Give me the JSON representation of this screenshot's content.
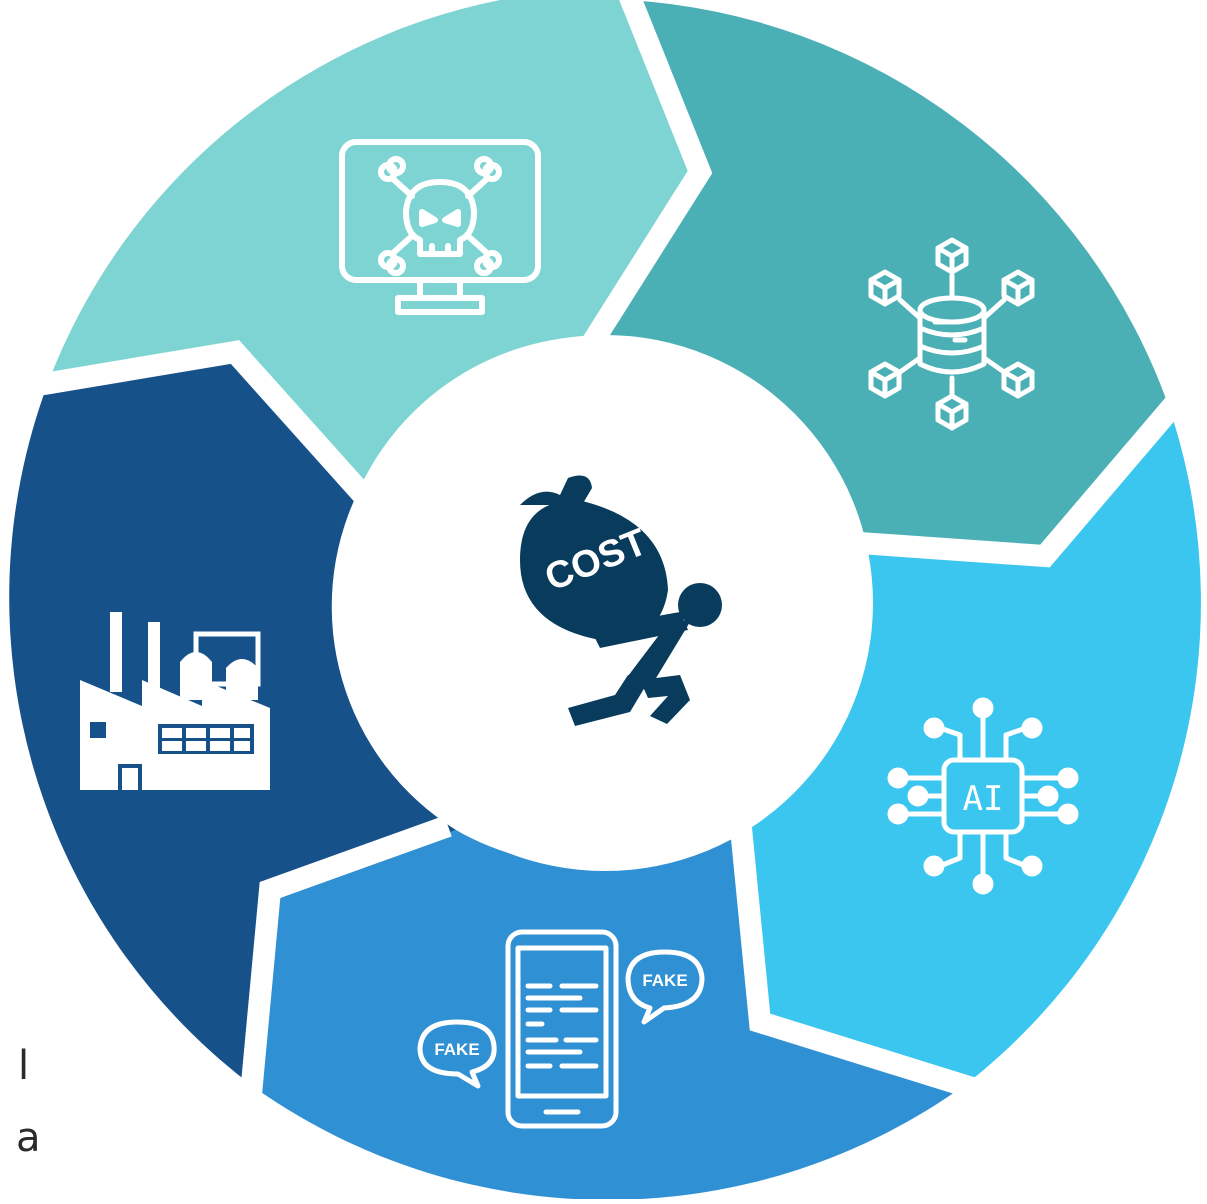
{
  "center": {
    "badge_text": "COST"
  },
  "segments": [
    {
      "id": "malware",
      "icon": "skull-monitor-icon",
      "color": "#7dd4d2"
    },
    {
      "id": "data",
      "icon": "database-network-icon",
      "color": "#4bb0b5"
    },
    {
      "id": "ai",
      "icon": "ai-chip-icon",
      "color": "#3ac6ee",
      "chip_text": "AI"
    },
    {
      "id": "fake",
      "icon": "fake-news-phone-icon",
      "color": "#2f90d4",
      "bubble_text": "FAKE"
    },
    {
      "id": "industry",
      "icon": "factory-icon",
      "color": "#175189"
    }
  ],
  "edge_text": [
    "l",
    "a"
  ],
  "colors": {
    "center_figure": "#083b5c",
    "background": "#ffffff"
  }
}
